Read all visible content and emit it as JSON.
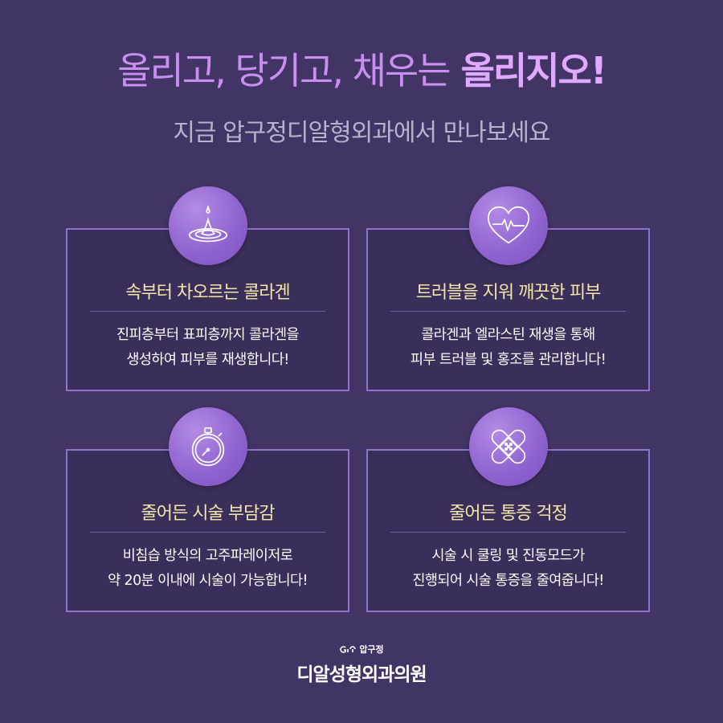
{
  "headline": {
    "light": "올리고, 당기고, 채우는",
    "strong": "올리지오!"
  },
  "subline": "지금 압구정디알형외과에서 만나보세요",
  "cards": [
    {
      "icon": "water-drop-ripple-icon",
      "title": "속부터 차오르는 콜라겐",
      "desc": [
        "진피층부터 표피층까지 콜라겐을",
        "생성하여 피부를 재생합니다!"
      ]
    },
    {
      "icon": "heart-pulse-icon",
      "title": "트러블을 지워 깨끗한 피부",
      "desc": [
        "콜라겐과 엘라스틴 재생을 통해",
        "피부 트러블 및 홍조를 관리합니다!"
      ]
    },
    {
      "icon": "stopwatch-icon",
      "title": "줄어든 시술 부담감",
      "desc": [
        "비침습 방식의 고주파레이저로",
        "약 20분 이내에 시술이 가능합니다!"
      ]
    },
    {
      "icon": "bandage-icon",
      "title": "줄어든 통증 걱정",
      "desc": [
        "시술 시 쿨링 및 진동모드가",
        "진행되어 시술 통증을 줄여줍니다!"
      ]
    }
  ],
  "brand": {
    "top": "압구정",
    "main": "디알성형외과의원"
  },
  "colors": {
    "background": "#423464",
    "headline": "#c88ef0",
    "card_title": "#f1e7a8",
    "card_border": "#8e72cc",
    "badge": "#9065d0"
  }
}
